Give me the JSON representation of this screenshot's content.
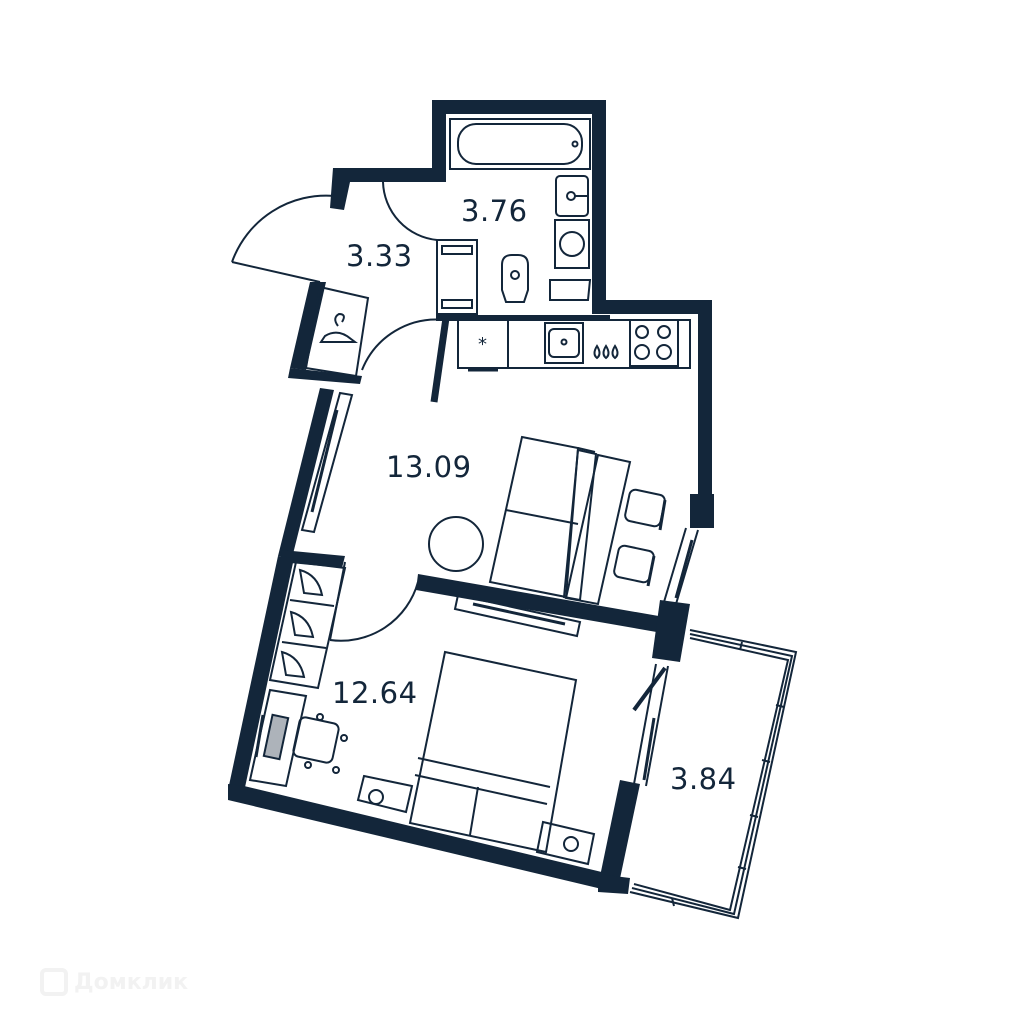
{
  "floorplan": {
    "type": "one-bedroom apartment floor plan",
    "colors": {
      "wall": "#13263a",
      "line": "#13263a",
      "background": "#ffffff",
      "watermark": "#f2f2f2"
    },
    "rooms": [
      {
        "id": "bathroom",
        "name": "Bathroom",
        "area": "3.76"
      },
      {
        "id": "hallway",
        "name": "Hallway",
        "area": "3.33"
      },
      {
        "id": "kitchen-living",
        "name": "Kitchen-living room",
        "area": "13.09"
      },
      {
        "id": "bedroom",
        "name": "Bedroom",
        "area": "12.64"
      },
      {
        "id": "balcony",
        "name": "Balcony",
        "area": "3.84"
      }
    ],
    "fixtures": {
      "bathroom": [
        "bathtub-icon",
        "sink-icon",
        "washing-machine-icon",
        "toilet-icon",
        "towel-dryer-icon",
        "shelf-icon"
      ],
      "hallway": [
        "coat-hanger-icon",
        "entrance-door-icon"
      ],
      "kitchen": [
        "fridge-icon",
        "kitchen-sink-icon",
        "water-drops-icon",
        "cooktop-icon",
        "dining-table-icon",
        "chair-icon",
        "round-table-icon",
        "wall-unit-icon"
      ],
      "bedroom": [
        "double-bed-icon",
        "nightstand-icon",
        "wardrobe-icon",
        "desk-icon",
        "keyboard-icon",
        "office-chair-icon",
        "tv-stand-icon"
      ]
    }
  },
  "watermark": {
    "text": "Домклик"
  }
}
